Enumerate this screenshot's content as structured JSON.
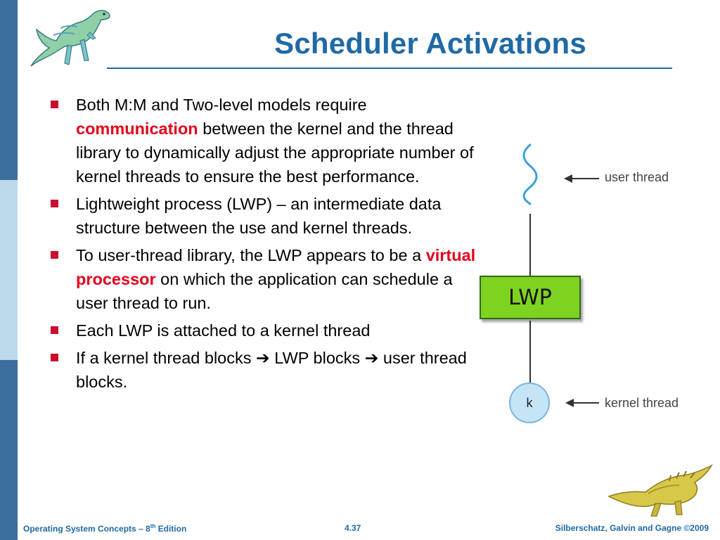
{
  "slide": {
    "title": "Scheduler Activations",
    "bullets": [
      {
        "parts": [
          {
            "text": "Both M:M and Two-level models require ",
            "emphasis": false
          },
          {
            "text": "communication",
            "emphasis": true
          },
          {
            "text": " between the kernel and the thread library to dynamically adjust the appropriate number of kernel threads to ensure the best performance.",
            "emphasis": false
          }
        ]
      },
      {
        "parts": [
          {
            "text": "Lightweight process (LWP) – an intermediate data structure between the use and kernel threads.",
            "emphasis": false
          }
        ]
      },
      {
        "parts": [
          {
            "text": "To user-thread library, the LWP appears to be a ",
            "emphasis": false
          },
          {
            "text": "virtual processor",
            "emphasis": true
          },
          {
            "text": " on which the application can schedule a user thread to run.",
            "emphasis": false
          }
        ]
      },
      {
        "parts": [
          {
            "text": "Each LWP is attached to a kernel thread",
            "emphasis": false
          }
        ]
      },
      {
        "parts": [
          {
            "text": "If a kernel thread blocks ",
            "emphasis": false
          },
          {
            "text": "➔",
            "emphasis": false
          },
          {
            "text": " LWP blocks ",
            "emphasis": false
          },
          {
            "text": "➔",
            "emphasis": false
          },
          {
            "text": " user thread blocks.",
            "emphasis": false
          }
        ]
      }
    ]
  },
  "diagram": {
    "user_thread_label": "user thread",
    "lwp_label": "LWP",
    "kernel_symbol": "k",
    "kernel_thread_label": "kernel thread"
  },
  "footer": {
    "left_prefix": "Operating System Concepts – 8",
    "left_sup": "th",
    "left_suffix": " Edition",
    "page": "4.37",
    "right": "Silberschatz, Galvin and Gagne ©2009"
  },
  "colors": {
    "title": "#1f6aa5",
    "emphasis": "#e3001b",
    "bullet_square": "#c8102e",
    "lwp_box": "#7ed321",
    "kernel_circle": "#c5e4f6",
    "stripe_dark": "#3c6f9e",
    "stripe_light": "#bcd9ec"
  },
  "icons": {
    "top_logo": "dinosaur-icon",
    "bottom_logo": "dinosaur-icon",
    "bullet": "square-bullet-icon",
    "arrow": "left-arrow-icon"
  }
}
